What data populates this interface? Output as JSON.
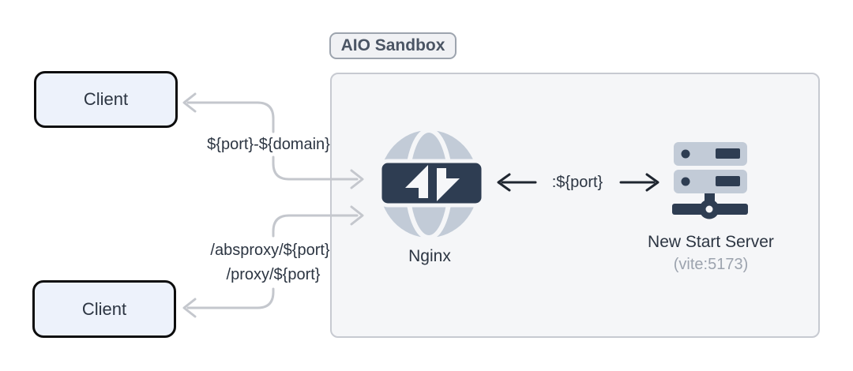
{
  "colors": {
    "navy": "#2e3d52",
    "steel": "#c2cbd7",
    "arrow-gray": "#c4c7cd",
    "ink": "#2c3542",
    "ink-strong": "#1f2630",
    "muted": "#9ca3ae",
    "client-fill": "#edf2fb",
    "client-border": "#0d0d0d",
    "box-fill": "#f5f6f8",
    "box-border": "#c7cad1",
    "badge-fill": "#f0f1f4",
    "badge-border": "#9da4ae",
    "badge-text": "#4b5564"
  },
  "sandbox": {
    "badge": "AIO Sandbox"
  },
  "nodes": {
    "client_top": "Client",
    "client_bottom": "Client",
    "nginx": "Nginx",
    "server": "New Start Server",
    "server_sub": "(vite:5173)"
  },
  "edges": {
    "subdomain": "${port}-${domain}",
    "absproxy": "/absproxy/${port}",
    "proxy": "/proxy/${port}",
    "port": ":${port}"
  }
}
